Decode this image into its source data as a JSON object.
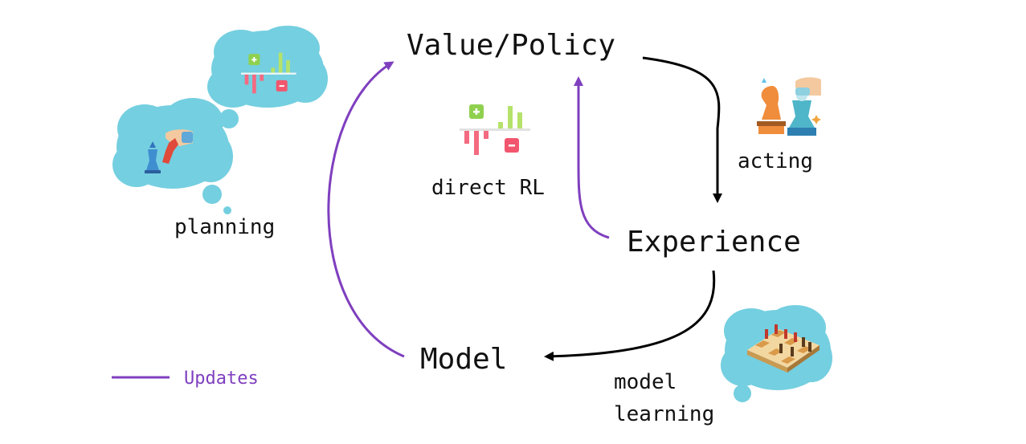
{
  "nodes": {
    "value_policy": "Value/Policy",
    "experience": "Experience",
    "model": "Model"
  },
  "processes": {
    "acting": "acting",
    "direct_rl": "direct RL",
    "planning": "planning",
    "model_learning_line1": "model",
    "model_learning_line2": "learning"
  },
  "legend": {
    "updates_label": "Updates"
  },
  "colors": {
    "black_arrow": "#000000",
    "purple_arrow": "#7f3fbf",
    "cloud": "#74cfe0",
    "plus_green": "#8fd14f",
    "minus_red": "#f2566e",
    "bar_green": "#b5e26a",
    "bar_red": "#f46a80"
  },
  "icons": [
    "value-chart-icon",
    "chess-hand-icon",
    "chess-board-icon",
    "chess-pieces-icon"
  ]
}
